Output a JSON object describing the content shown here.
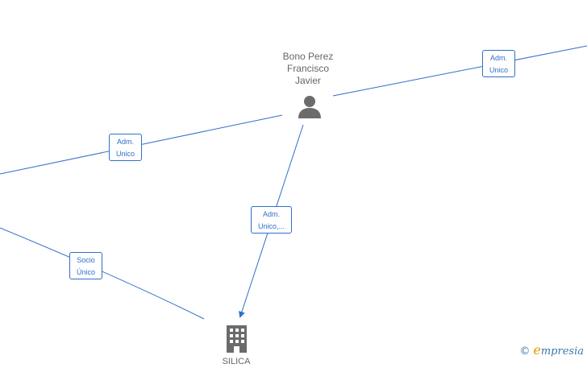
{
  "nodes": {
    "person": {
      "name": "Bono Perez Francisco Javier",
      "name_lines": [
        "Bono Perez",
        "Francisco",
        "Javier"
      ],
      "icon": "person-icon"
    },
    "company": {
      "name": "SILICA",
      "icon": "building-icon"
    }
  },
  "edges": [
    {
      "id": "adm-unico-right",
      "label_lines": [
        "Adm.",
        "Unico"
      ]
    },
    {
      "id": "adm-unico-left",
      "label_lines": [
        "Adm.",
        "Unico"
      ]
    },
    {
      "id": "adm-unico-company",
      "label_lines": [
        "Adm.",
        "Unico,..."
      ]
    },
    {
      "id": "socio-unico",
      "label_lines": [
        "Socio",
        "Único"
      ]
    }
  ],
  "colors": {
    "edge": "#2f6fc9",
    "icon": "#6b6b6b",
    "label_text": "#666666"
  },
  "watermark": {
    "copyright": "©",
    "brand": "Empresia"
  }
}
